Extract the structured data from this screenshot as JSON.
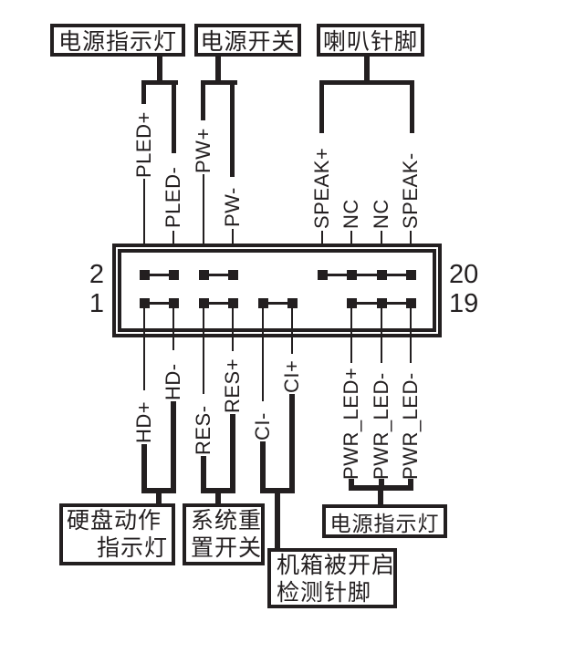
{
  "colors": {
    "ink": "#231f20",
    "background": "#ffffff"
  },
  "top_boxes": {
    "power_led": "电源指示灯",
    "power_switch": "电源开关",
    "speaker": "喇叭针脚"
  },
  "pin_labels": {
    "top": [
      "PLED+",
      "PLED-",
      "PW+",
      "PW-",
      "SPEAK+",
      "NC",
      "NC",
      "SPEAK-"
    ],
    "bottom": [
      "HD+",
      "HD-",
      "RES-",
      "RES+",
      "CI-",
      "CI+",
      "PWR_LED+",
      "PWR_LED-",
      "PWR_LED-"
    ]
  },
  "header_numbers": {
    "top_left": "2",
    "bottom_left": "1",
    "top_right": "20",
    "bottom_right": "19"
  },
  "bottom_boxes": {
    "hdd_led": {
      "line1": "硬盘动作",
      "line2": "指示灯"
    },
    "reset_switch": {
      "line1": "系统重",
      "line2": "置开关"
    },
    "chassis_intrusion": {
      "line1": "机箱被开启",
      "line2": "检测针脚"
    },
    "power_led": "电源指示灯"
  }
}
